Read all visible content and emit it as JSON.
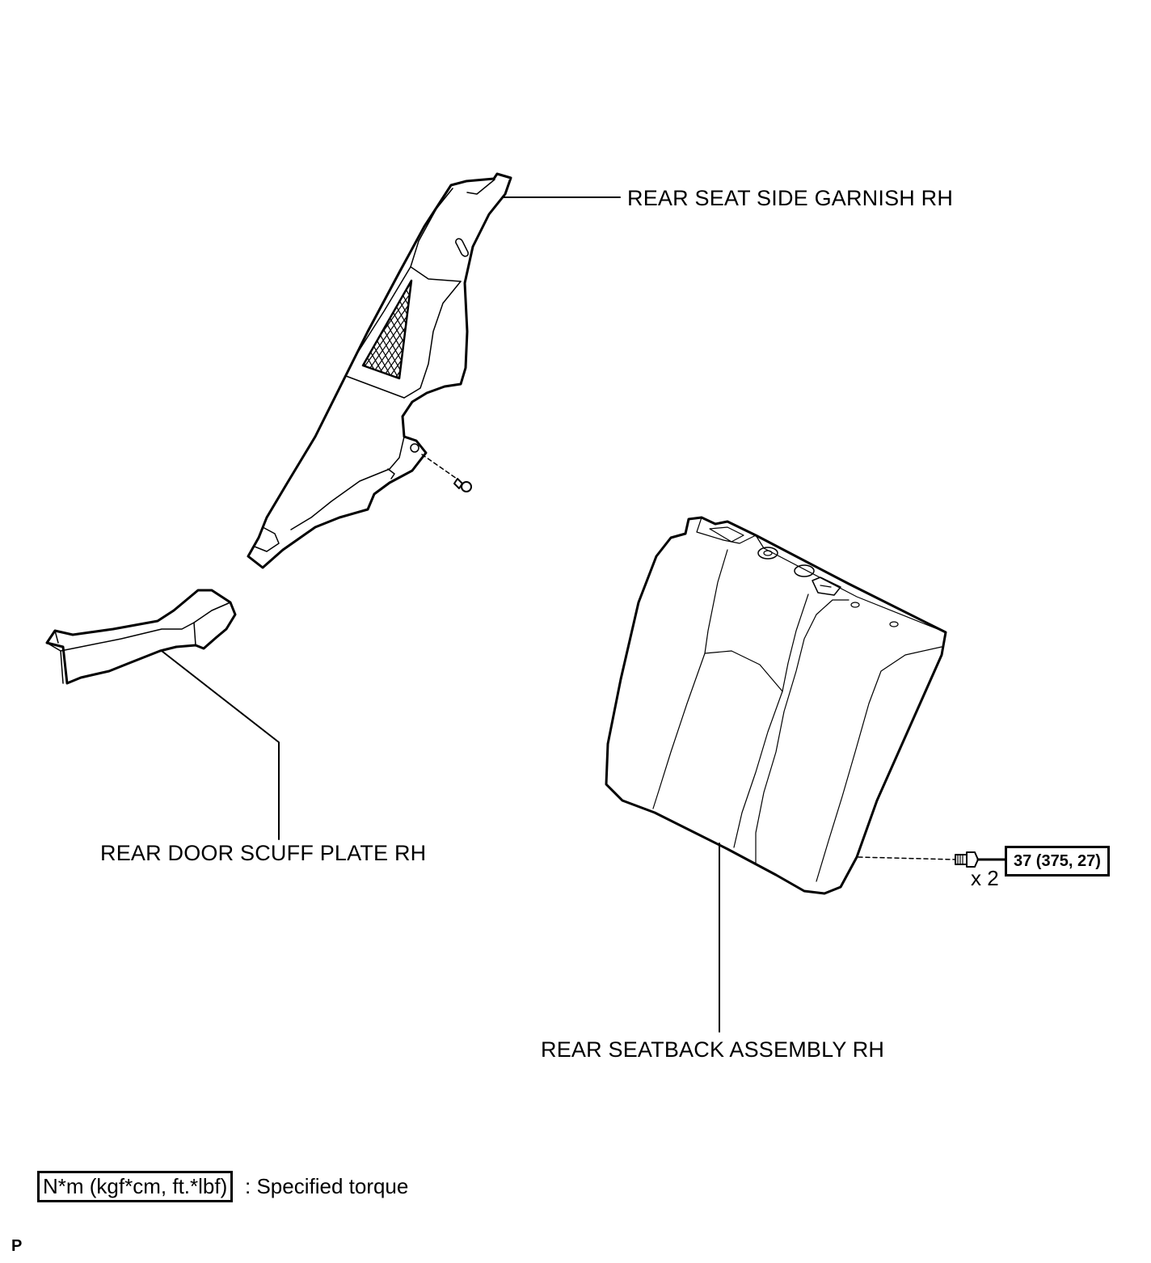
{
  "labels": {
    "garnish": "REAR SEAT SIDE GARNISH RH",
    "scuff_plate": "REAR DOOR SCUFF PLATE RH",
    "seatback": "REAR SEATBACK ASSEMBLY RH"
  },
  "torque": {
    "value": "37 (375, 27)",
    "quantity": "x 2"
  },
  "legend": {
    "unit_box": "N*m (kgf*cm, ft.*lbf)",
    "description": ": Specified torque"
  },
  "corner_mark": "P"
}
